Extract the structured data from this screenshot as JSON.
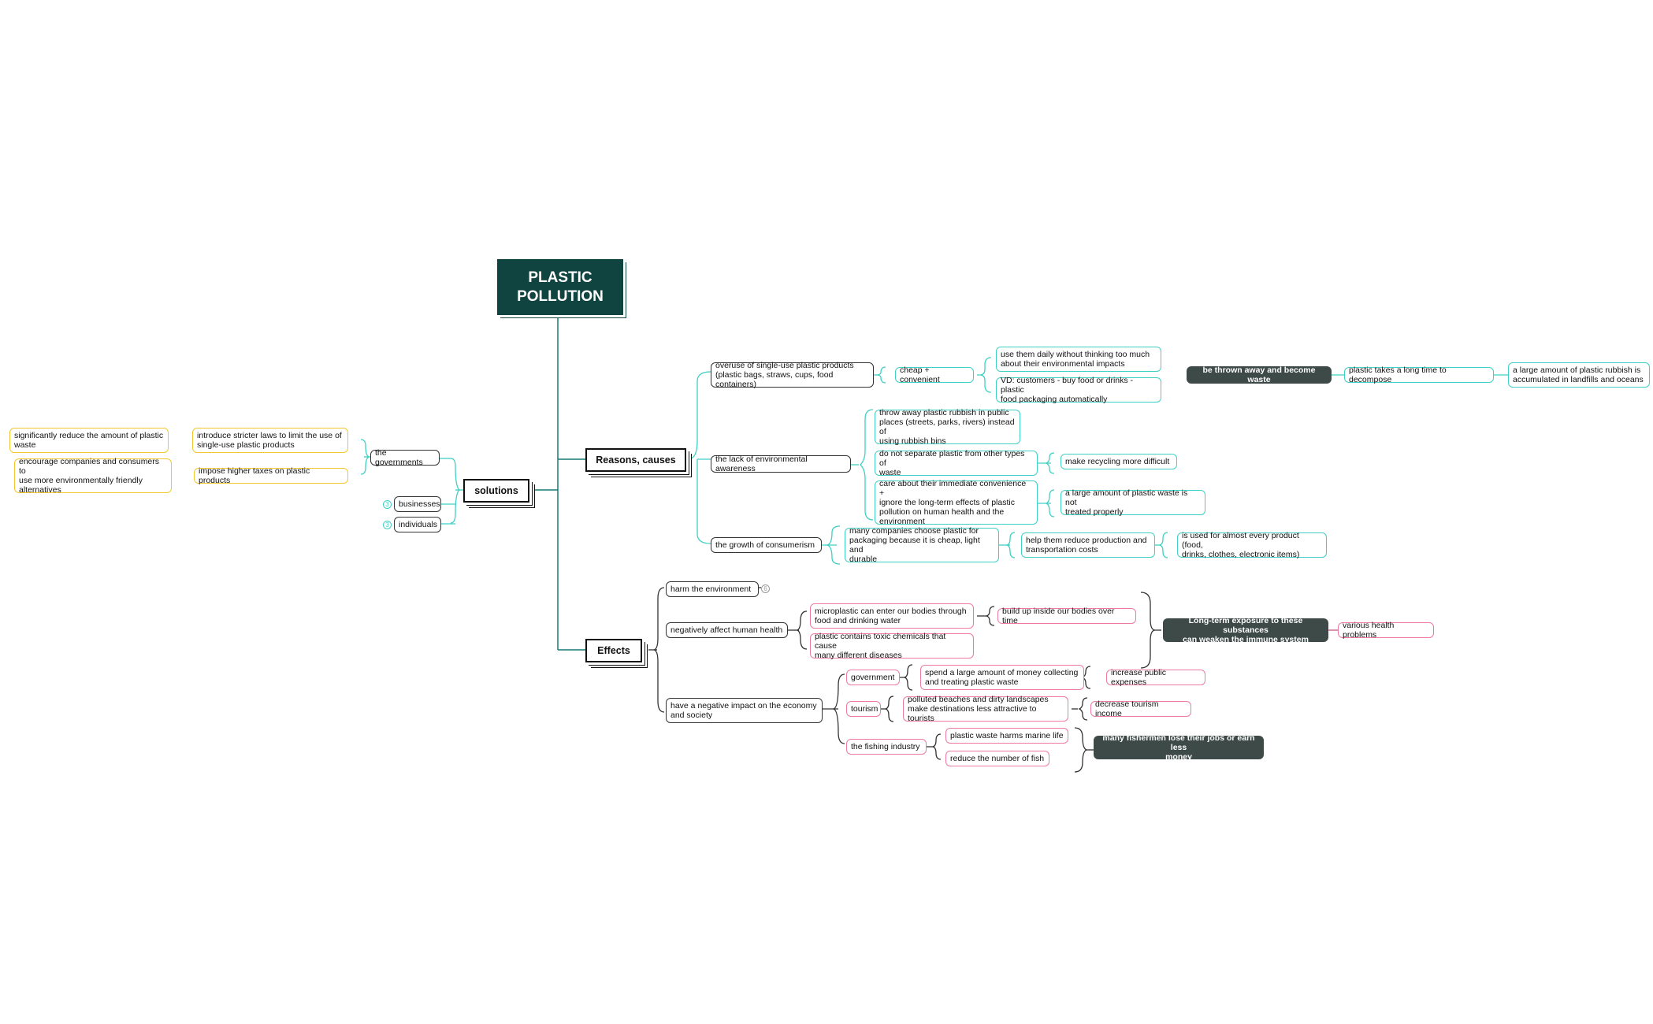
{
  "root": {
    "title": "PLASTIC\nPOLLUTION"
  },
  "branches": {
    "reasons": {
      "label": "Reasons, causes",
      "overuse": "overuse of single-use plastic products\n(plastic bags, straws, cups, food containers)",
      "cheap": "cheap + convenient",
      "daily": "use them daily without thinking too much\nabout their environmental impacts",
      "vd": "VD: customers - buy food or drinks - plastic\nfood packaging automatically",
      "thrown": "be thrown away and become waste",
      "decompose": "plastic takes a long time to decompose",
      "accumulated": "a large amount of plastic rubbish is\naccumulated in landfills and oceans",
      "awareness": "the lack of environmental awareness",
      "public": "throw away plastic rubbish in public\nplaces (streets, parks, rivers) instead of\nusing rubbish bins",
      "separate": "do not separate plastic from other types of\nwaste",
      "recycling": "make recycling more difficult",
      "convenience": "care about their immediate convenience +\nignore the long-term effects of plastic\npollution on human health and the\nenvironment",
      "untreated": "a large amount of plastic waste is not\ntreated properly",
      "consumerism": "the growth of consumerism",
      "companies": "many companies choose plastic for\npackaging because it is cheap, light and\ndurable",
      "costs": "help them reduce production and\ntransportation costs",
      "every": "is used for almost every product (food,\ndrinks, clothes, electronic items)"
    },
    "effects": {
      "label": "Effects",
      "environment": "harm the environment",
      "health": "negatively affect human health",
      "micro": "microplastic can enter our bodies through\nfood and drinking water",
      "toxic": "plastic contains toxic chemicals that cause\nmany different diseases",
      "buildup": "build up inside our bodies over time",
      "immune": "Long-term exposure to these substances\ncan weaken the immune system",
      "problems": "various health problems",
      "economy": "have a negative impact on the economy\nand society",
      "government": "government",
      "spend": "spend a large amount of money collecting\nand treating plastic waste",
      "expenses": "increase public expenses",
      "tourism": "tourism",
      "beaches": "polluted beaches and dirty landscapes\nmake destinations less attractive to tourists",
      "income": "decrease tourism income",
      "fishing": "the fishing industry",
      "marine": "plastic waste harms marine life",
      "fish": "reduce the number of fish",
      "fishermen": "many fishermen lose their jobs or earn less\nmoney"
    },
    "solutions": {
      "label": "solutions",
      "governments": "the governments",
      "laws": "introduce stricter laws to limit the use of\nsingle-use plastic products",
      "reduce": "significantly reduce the amount of plastic\nwaste",
      "taxes": "impose higher taxes on plastic products",
      "encourage": "encourage companies and consumers to\nuse more environmentally friendly\nalternatives",
      "businesses": "businesses",
      "individuals": "individuals"
    }
  },
  "collapse_counts": {
    "environment": "6",
    "businesses": "3",
    "individuals": "3"
  },
  "colors": {
    "teal": "#3fd0c4",
    "pink": "#ee7aa0",
    "yellow": "#f3c82d",
    "dark": "#3e4a48",
    "root": "#0f4440",
    "trunk": "#167a72"
  }
}
